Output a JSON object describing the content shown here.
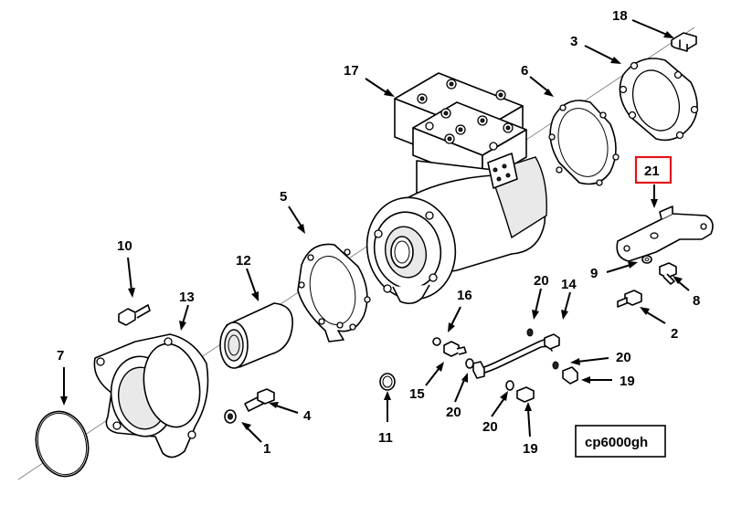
{
  "diagram": {
    "figure_code": "cp6000gh",
    "highlighted_callout": "21",
    "highlight_color": "#e0141a",
    "callouts": {
      "c1": "1",
      "c2": "2",
      "c3": "3",
      "c4": "4",
      "c5": "5",
      "c6": "6",
      "c7": "7",
      "c8": "8",
      "c9": "9",
      "c10": "10",
      "c11": "11",
      "c12": "12",
      "c13": "13",
      "c14": "14",
      "c15": "15",
      "c16": "16",
      "c17": "17",
      "c18": "18",
      "c19a": "19",
      "c19b": "19",
      "c20a": "20",
      "c20b": "20",
      "c20c": "20",
      "c20d": "20",
      "c21": "21"
    }
  }
}
